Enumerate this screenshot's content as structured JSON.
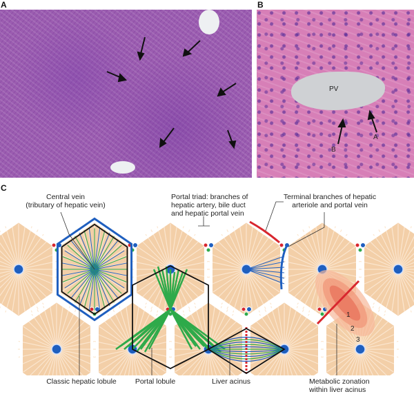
{
  "panels": {
    "a": "A",
    "b": "B",
    "c": "C"
  },
  "photo_b": {
    "vessel": "PV",
    "arrow_a": "A",
    "arrow_b": "B"
  },
  "labels": {
    "central_vein": [
      "Central vein",
      "(tributary of hepatic vein)"
    ],
    "portal_triad": [
      "Portal triad: branches of",
      "hepatic artery, bile duct",
      "and hepatic portal vein"
    ],
    "terminal_branches": [
      "Terminal branches of hepatic",
      "arteriole and portal vein"
    ],
    "classic_lobule": "Classic hepatic lobule",
    "portal_lobule": "Portal lobule",
    "liver_acinus": "Liver acinus",
    "metabolic_zonation": [
      "Metabolic zonation",
      "within liver acinus"
    ],
    "zones": [
      "1",
      "2",
      "3"
    ]
  },
  "colors": {
    "hepatocyte": "#f3cfa8",
    "vein": "#1f5fbf",
    "artery": "#d8262e",
    "bile": "#2eaa4a",
    "outline": "#111111"
  }
}
